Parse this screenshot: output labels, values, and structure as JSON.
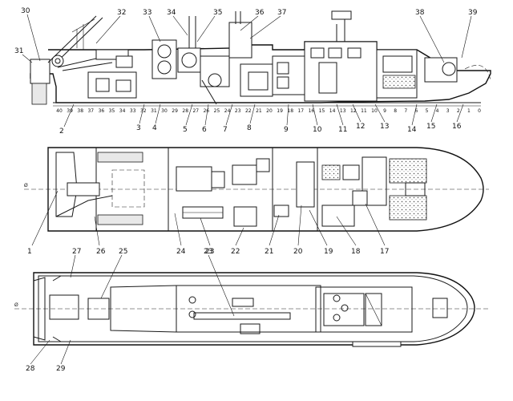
{
  "profile_labels": [
    {
      "text": "30"
    },
    {
      "text": "31"
    },
    {
      "text": "32"
    },
    {
      "text": "33"
    },
    {
      "text": "34"
    },
    {
      "text": "35"
    },
    {
      "text": "36"
    },
    {
      "text": "37"
    },
    {
      "text": "38"
    },
    {
      "text": "39"
    },
    {
      "text": "2"
    },
    {
      "text": "3"
    },
    {
      "text": "4"
    },
    {
      "text": "5"
    },
    {
      "text": "6"
    },
    {
      "text": "7"
    },
    {
      "text": "8"
    },
    {
      "text": "9"
    },
    {
      "text": "10"
    },
    {
      "text": "11"
    },
    {
      "text": "12"
    },
    {
      "text": "13"
    },
    {
      "text": "14"
    },
    {
      "text": "15"
    },
    {
      "text": "16"
    }
  ],
  "frame_numbers": [
    "40",
    "39",
    "38",
    "37",
    "36",
    "35",
    "34",
    "33",
    "32",
    "31",
    "30",
    "29",
    "28",
    "27",
    "26",
    "25",
    "24",
    "23",
    "22",
    "21",
    "20",
    "19",
    "18",
    "17",
    "16",
    "15",
    "14",
    "13",
    "12",
    "11",
    "10",
    "9",
    "8",
    "7",
    "6",
    "5",
    "4",
    "3",
    "2",
    "1",
    "0"
  ],
  "hold_labels": [
    {
      "text": "1"
    },
    {
      "text": "26"
    },
    {
      "text": "24"
    },
    {
      "text": "23"
    },
    {
      "text": "22"
    },
    {
      "text": "21"
    },
    {
      "text": "20"
    },
    {
      "text": "19"
    },
    {
      "text": "18"
    },
    {
      "text": "17"
    }
  ],
  "deck_labels": [
    {
      "text": "27"
    },
    {
      "text": "25"
    },
    {
      "text": "23"
    },
    {
      "text": "28"
    },
    {
      "text": "29"
    }
  ]
}
